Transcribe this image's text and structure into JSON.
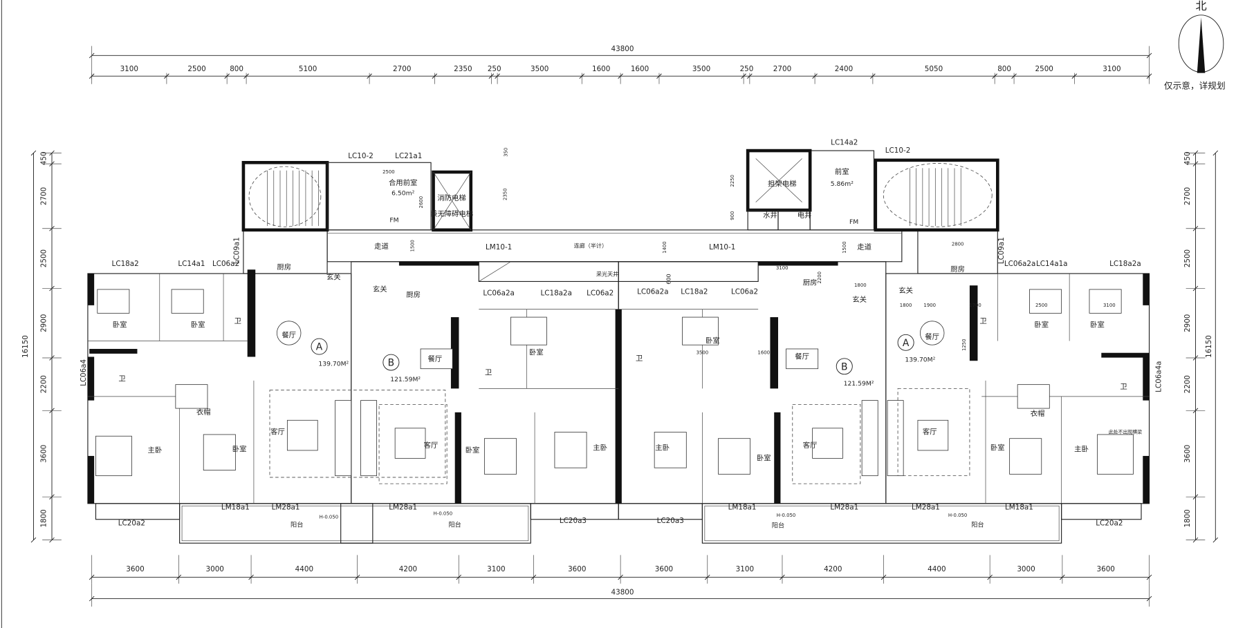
{
  "north_arrow": {
    "label": "北",
    "note": "仅示意，详规划"
  },
  "dimensions": {
    "top_total": "43800",
    "top_segments": [
      3100,
      2500,
      800,
      5100,
      2700,
      2350,
      250,
      3500,
      1600,
      1600,
      3500,
      250,
      2700,
      2400,
      5050,
      800,
      2500,
      3100
    ],
    "bottom_total": "43800",
    "bottom_segments": [
      3600,
      3000,
      4400,
      4200,
      3100,
      3600,
      3600,
      3100,
      4200,
      4400,
      3000,
      3600
    ],
    "left_total": "16150",
    "left_segments": [
      450,
      2700,
      2500,
      2900,
      2200,
      3600,
      1800
    ],
    "right_total": "16150",
    "right_segments": [
      450,
      2700,
      2500,
      2900,
      2200,
      3600,
      1800
    ]
  },
  "units": [
    {
      "id": "A",
      "area": "139.70M²"
    },
    {
      "id": "B",
      "area": "121.59M²"
    },
    {
      "id": "B",
      "area": "121.59M²"
    },
    {
      "id": "A",
      "area": "139.70M²"
    }
  ],
  "labels": [
    "LC10-2",
    "LC21a1",
    "2500",
    "合用前室",
    "6.50m²",
    "2600",
    "消防电梯",
    "兼无障碍电梯",
    "FM",
    "走道",
    "1500",
    "LM10-1",
    "连廊（半计）",
    "350",
    "2350",
    "采光天井",
    "LC18a2",
    "LC14a1",
    "LC06a2",
    "LC09a1",
    "厨房",
    "玄关",
    "卧室",
    "卧室",
    "卫",
    "餐厅",
    "卫",
    "衣帽",
    "主卧",
    "卧室",
    "客厅",
    "LC06a4",
    "LM18a1",
    "LM28a1",
    "H-0.050",
    "阳台",
    "LC20a2",
    "玄关",
    "厨房",
    "卧室",
    "卫",
    "餐厅",
    "客厅",
    "卧室",
    "主卧",
    "LC06a2a",
    "LC18a2a",
    "LC06a2",
    "LM28a1",
    "H-0.050",
    "阳台",
    "LC20a3",
    "LC06a2a",
    "LC18a2",
    "LC06a2",
    "卧室",
    "3500",
    "1600",
    "1400",
    "600",
    "卫",
    "餐厅",
    "客厅",
    "卧室",
    "主卧",
    "厨房",
    "玄关",
    "3100",
    "1800",
    "2200",
    "LM18a1",
    "LM28a1",
    "H-0.050",
    "阳台",
    "LC20a3",
    "LM10-1",
    "1500",
    "走道",
    "LC14a2",
    "LC10-2",
    "前室",
    "5.86m²",
    "担架电梯",
    "水井",
    "电井",
    "FM",
    "2250",
    "900",
    "厨房",
    "玄关",
    "1800",
    "1900",
    "1700",
    "2500",
    "3100",
    "卧室",
    "卧室",
    "餐厅",
    "卫",
    "卫",
    "衣帽",
    "主卧",
    "卧室",
    "客厅",
    "此处不出现横梁",
    "LM28a1",
    "LM18a1",
    "H-0.050",
    "阳台",
    "LC20a2",
    "LC06a2a",
    "LC14a1a",
    "LC18a2a",
    "LC09a1",
    "LC06a4a",
    "1250",
    "2800"
  ]
}
